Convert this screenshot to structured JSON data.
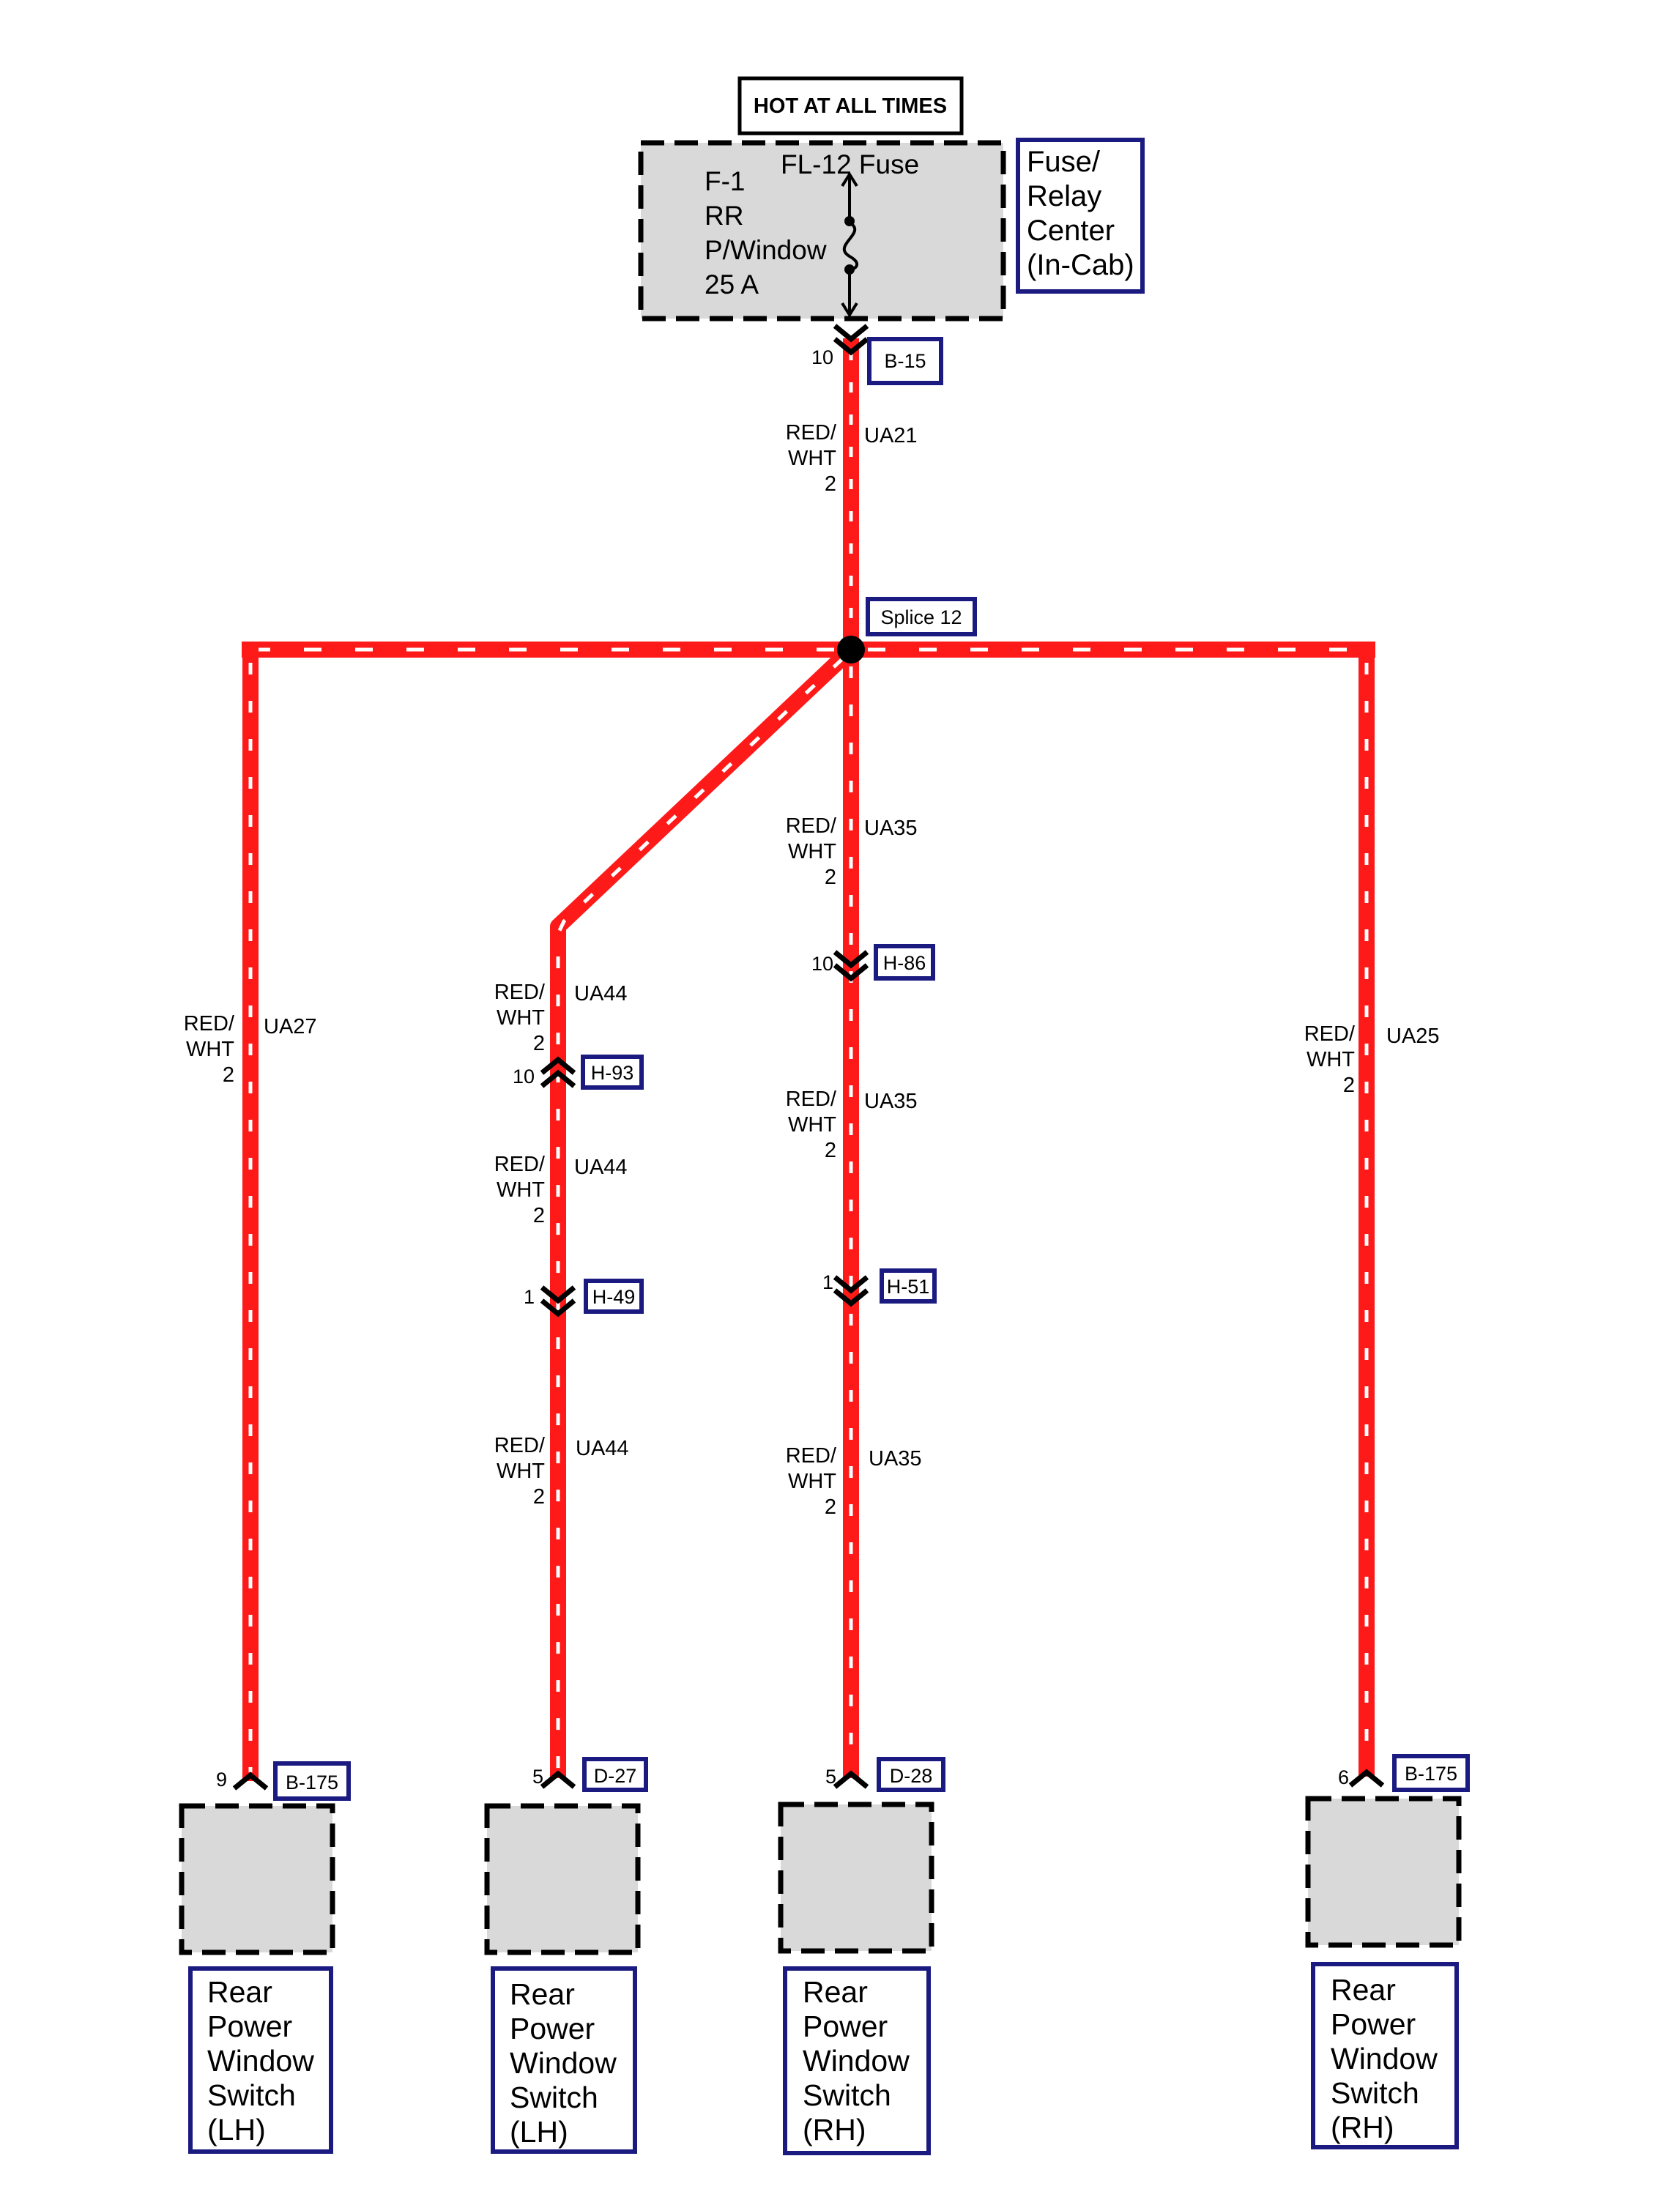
{
  "colors": {
    "wire": "#ff1a1a",
    "wire_stripe": "#ffffff",
    "component_fill": "#d9d9d9",
    "label_border": "#1a1a80"
  },
  "header": {
    "hot_label": "HOT AT ALL TIMES"
  },
  "fuse_block": {
    "fuse_name": "FL-12 Fuse",
    "id_lines": [
      "F-1",
      "RR",
      "P/Window",
      "25 A"
    ],
    "location_lines": [
      "Fuse/",
      "Relay",
      "Center",
      "(In-Cab)"
    ]
  },
  "connectors": {
    "b15": {
      "name": "B-15",
      "pin": "10"
    },
    "splice": {
      "name": "Splice 12"
    },
    "h86": {
      "name": "H-86",
      "pin": "10"
    },
    "h51": {
      "name": "H-51",
      "pin": "1"
    },
    "h93": {
      "name": "H-93",
      "pin": "10"
    },
    "h49": {
      "name": "H-49",
      "pin": "1"
    },
    "b175_left": {
      "name": "B-175",
      "pin": "9"
    },
    "d27": {
      "name": "D-27",
      "pin": "5"
    },
    "d28": {
      "name": "D-28",
      "pin": "5"
    },
    "b175_right": {
      "name": "B-175",
      "pin": "6"
    }
  },
  "wire_color_lines": [
    "RED/",
    "WHT",
    "2"
  ],
  "circuits": {
    "ua21": "UA21",
    "ua35": "UA35",
    "ua27": "UA27",
    "ua44": "UA44",
    "ua25": "UA25"
  },
  "components": {
    "switch_lh_1": [
      "Rear",
      "Power",
      "Window",
      "Switch",
      "(LH)"
    ],
    "switch_lh_2": [
      "Rear",
      "Power",
      "Window",
      "Switch",
      "(LH)"
    ],
    "switch_rh_1": [
      "Rear",
      "Power",
      "Window",
      "Switch",
      "(RH)"
    ],
    "switch_rh_2": [
      "Rear",
      "Power",
      "Window",
      "Switch",
      "(RH)"
    ]
  }
}
